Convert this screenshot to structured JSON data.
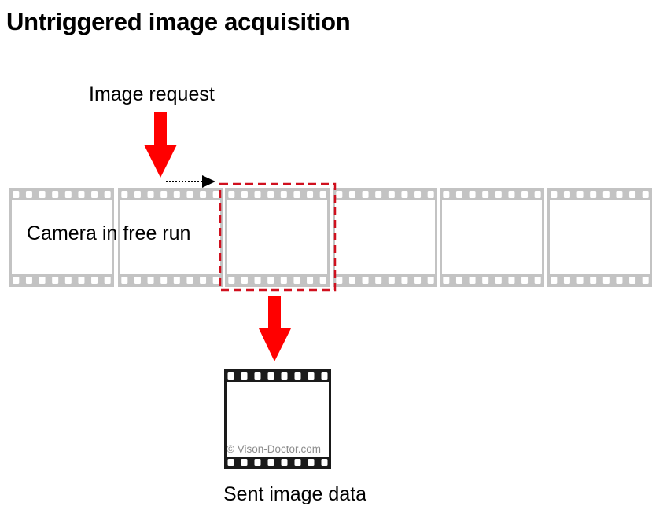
{
  "title": "Untriggered image acquisition",
  "labels": {
    "image_request": "Image request",
    "free_run": "Camera in free run",
    "sent_data": "Sent image data",
    "watermark": "© Vison-Doctor.com"
  },
  "filmstrip": {
    "frame_count": 6,
    "selected_frame_index": 2,
    "perforations_per_row": 8
  },
  "colors": {
    "arrow_red": "#ff0000",
    "selection_dashed_red": "#d0101e",
    "film_gray": "#c3c3c3",
    "film_black": "#1a1a1a",
    "pointer_black": "#000000",
    "watermark_gray": "#8c8c8c"
  }
}
